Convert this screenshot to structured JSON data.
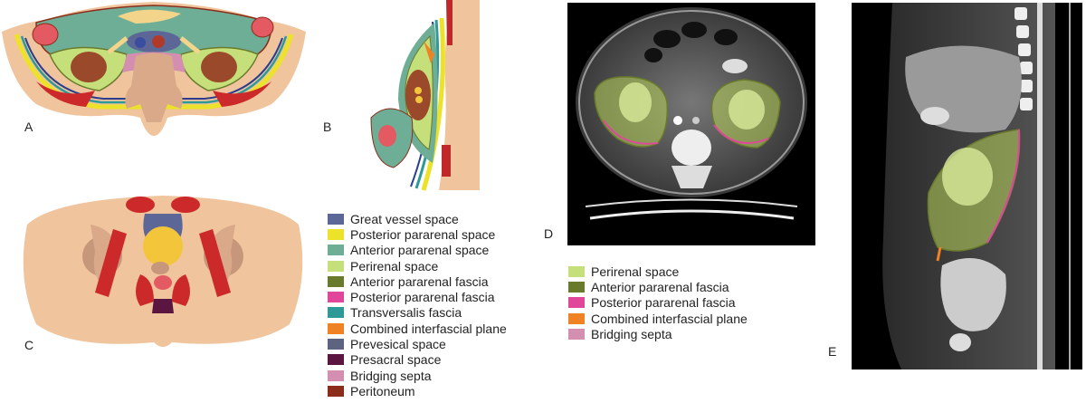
{
  "panel_labels": {
    "a": "A",
    "b": "B",
    "c": "C",
    "d": "D",
    "e": "E"
  },
  "legend_left": [
    {
      "label": "Great vessel space",
      "color": "#5d6797"
    },
    {
      "label": "Posterior pararenal space",
      "color": "#ece229"
    },
    {
      "label": "Anterior pararenal space",
      "color": "#6fae96"
    },
    {
      "label": "Perirenal space",
      "color": "#c5e07a"
    },
    {
      "label": "Anterior pararenal fascia",
      "color": "#6a7a2c"
    },
    {
      "label": "Posterior pararenal fascia",
      "color": "#e0479b"
    },
    {
      "label": "Transversalis fascia",
      "color": "#2e9a98"
    },
    {
      "label": "Combined interfascial plane",
      "color": "#ef8222"
    },
    {
      "label": "Prevesical space",
      "color": "#5d6380"
    },
    {
      "label": "Presacral space",
      "color": "#5a1640"
    },
    {
      "label": "Bridging septa",
      "color": "#d38eb0"
    },
    {
      "label": "Peritoneum",
      "color": "#8c2d1c"
    }
  ],
  "legend_right": [
    {
      "label": "Perirenal space",
      "color": "#c5e07a"
    },
    {
      "label": "Anterior pararenal fascia",
      "color": "#6a7a2c"
    },
    {
      "label": "Posterior pararenal fascia",
      "color": "#e0479b"
    },
    {
      "label": "Combined interfascial plane",
      "color": "#ef8222"
    },
    {
      "label": "Bridging septa",
      "color": "#d38eb0"
    }
  ]
}
